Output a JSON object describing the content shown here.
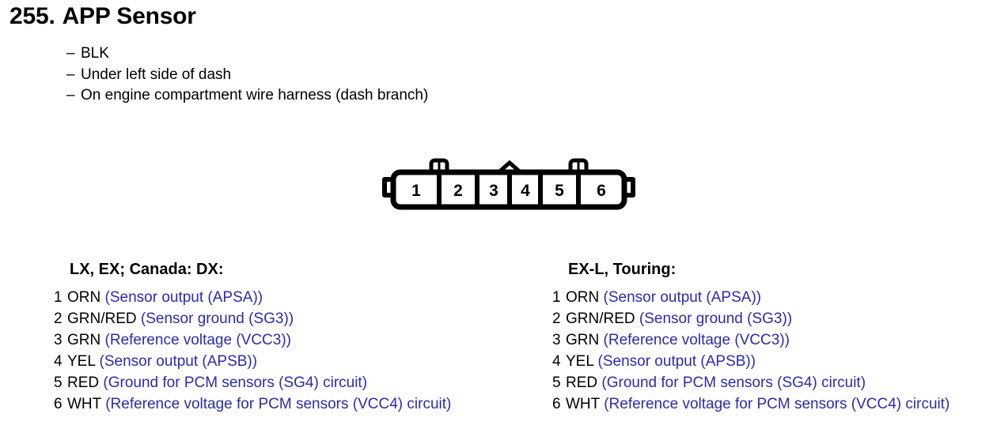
{
  "header": {
    "number": "255.",
    "title": "APP Sensor",
    "specs": [
      {
        "dash": "–",
        "text": "BLK"
      },
      {
        "dash": "–",
        "text": "Under left side of dash"
      },
      {
        "dash": "–",
        "text": "On engine compartment wire harness (dash branch)"
      }
    ]
  },
  "connector": {
    "cavity_labels": [
      "1",
      "2",
      "3",
      "4",
      "5",
      "6"
    ],
    "cavity_count": 6,
    "features": {
      "lock_tabs": 2,
      "center_key_peak": 1,
      "side_nubs": 2
    }
  },
  "columns": [
    {
      "heading": "LX, EX; Canada: DX:",
      "pins": [
        {
          "num": "1",
          "wire": "ORN",
          "desc": "(Sensor output (APSA))"
        },
        {
          "num": "2",
          "wire": "GRN/RED",
          "desc": "(Sensor ground (SG3))"
        },
        {
          "num": "3",
          "wire": "GRN",
          "desc": "(Reference voltage (VCC3))"
        },
        {
          "num": "4",
          "wire": "YEL",
          "desc": "(Sensor output (APSB))"
        },
        {
          "num": "5",
          "wire": "RED",
          "desc": "(Ground for PCM sensors (SG4) circuit)"
        },
        {
          "num": "6",
          "wire": "WHT",
          "desc": "(Reference voltage for PCM sensors (VCC4) circuit)"
        }
      ]
    },
    {
      "heading": "EX-L, Touring:",
      "pins": [
        {
          "num": "1",
          "wire": "ORN",
          "desc": "(Sensor output (APSA))"
        },
        {
          "num": "2",
          "wire": "GRN/RED",
          "desc": "(Sensor ground (SG3))"
        },
        {
          "num": "3",
          "wire": "GRN",
          "desc": "(Reference voltage (VCC3))"
        },
        {
          "num": "4",
          "wire": "YEL",
          "desc": "(Sensor output (APSB))"
        },
        {
          "num": "5",
          "wire": "RED",
          "desc": "(Ground for PCM sensors (SG4) circuit)"
        },
        {
          "num": "6",
          "wire": "WHT",
          "desc": "(Reference voltage for PCM sensors (VCC4) circuit)"
        }
      ]
    }
  ],
  "colors": {
    "text": "#000000",
    "description": "#2b2bb0",
    "background": "#ffffff",
    "outline": "#000000"
  }
}
